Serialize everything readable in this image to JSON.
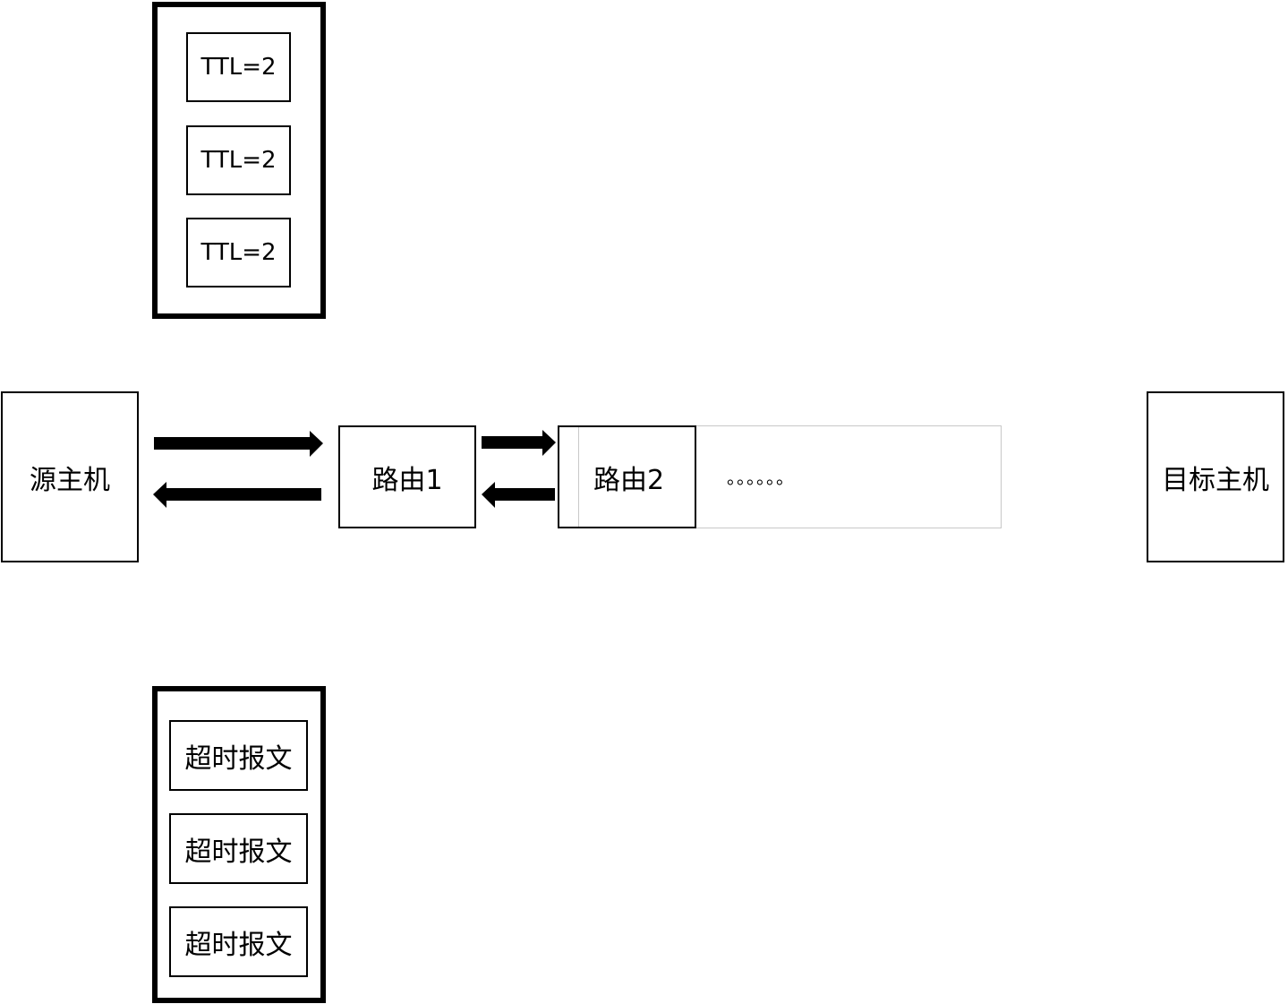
{
  "ttl_group": {
    "packets": [
      "TTL=2",
      "TTL=2",
      "TTL=2"
    ]
  },
  "timeout_group": {
    "packets": [
      "超时报文",
      "超时报文",
      "超时报文"
    ]
  },
  "nodes": {
    "source_host": "源主机",
    "router1": "路由1",
    "router2": "路由2",
    "ellipsis": "。。。。。。",
    "target_host": "目标主机"
  }
}
